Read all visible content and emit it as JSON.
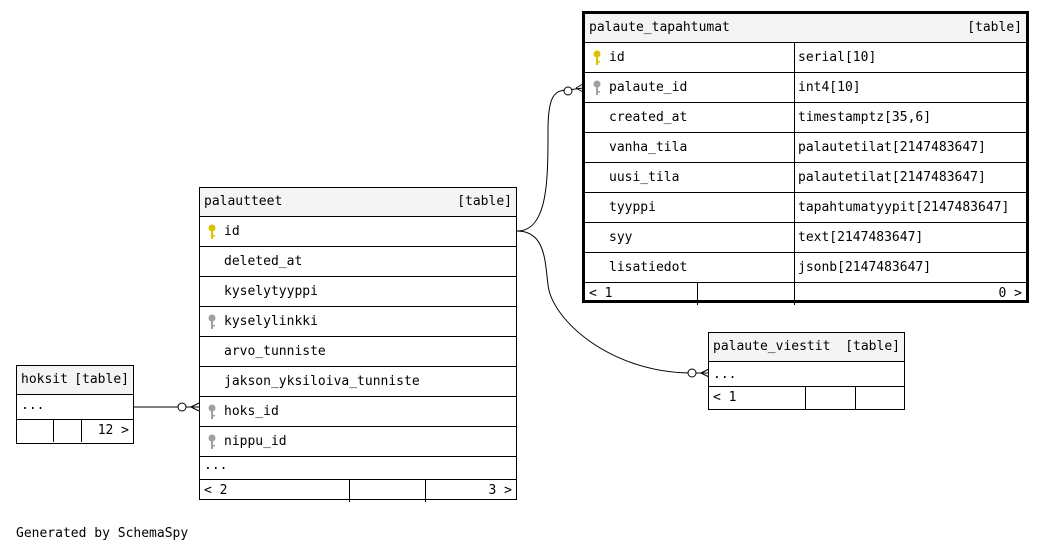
{
  "colors": {
    "primary_key": "#e0c000",
    "foreign_key": "#a0a0a0",
    "header_bg": "#f4f4f4"
  },
  "tables": {
    "palaute_tapahtumat": {
      "name": "palaute_tapahtumat",
      "kind": "[table]",
      "columns": [
        {
          "name": "id",
          "type": "serial[10]",
          "key": "primary-key-icon"
        },
        {
          "name": "palaute_id",
          "type": "int4[10]",
          "key": "foreign-key-icon"
        },
        {
          "name": "created_at",
          "type": "timestamptz[35,6]",
          "key": ""
        },
        {
          "name": "vanha_tila",
          "type": "palautetilat[2147483647]",
          "key": ""
        },
        {
          "name": "uusi_tila",
          "type": "palautetilat[2147483647]",
          "key": ""
        },
        {
          "name": "tyyppi",
          "type": "tapahtumatyypit[2147483647]",
          "key": ""
        },
        {
          "name": "syy",
          "type": "text[2147483647]",
          "key": ""
        },
        {
          "name": "lisatiedot",
          "type": "jsonb[2147483647]",
          "key": ""
        }
      ],
      "footer": {
        "parents": "< 1",
        "children": "0 >"
      }
    },
    "palautteet": {
      "name": "palautteet",
      "kind": "[table]",
      "columns": [
        {
          "name": "id",
          "key": "primary-key-icon"
        },
        {
          "name": "deleted_at",
          "key": ""
        },
        {
          "name": "kyselytyyppi",
          "key": ""
        },
        {
          "name": "kyselylinkki",
          "key": "foreign-key-icon"
        },
        {
          "name": "arvo_tunniste",
          "key": ""
        },
        {
          "name": "jakson_yksiloiva_tunniste",
          "key": ""
        },
        {
          "name": "hoks_id",
          "key": "foreign-key-icon"
        },
        {
          "name": "nippu_id",
          "key": "foreign-key-icon"
        }
      ],
      "ellipsis": "...",
      "footer": {
        "parents": "< 2",
        "children": "3 >"
      }
    },
    "hoksit": {
      "name": "hoksit",
      "kind": "[table]",
      "ellipsis": "...",
      "footer": {
        "children": "12 >"
      }
    },
    "palaute_viestit": {
      "name": "palaute_viestit",
      "kind": "[table]",
      "ellipsis": "...",
      "footer": {
        "parents": "< 1"
      }
    }
  },
  "generated_by": "Generated by SchemaSpy"
}
